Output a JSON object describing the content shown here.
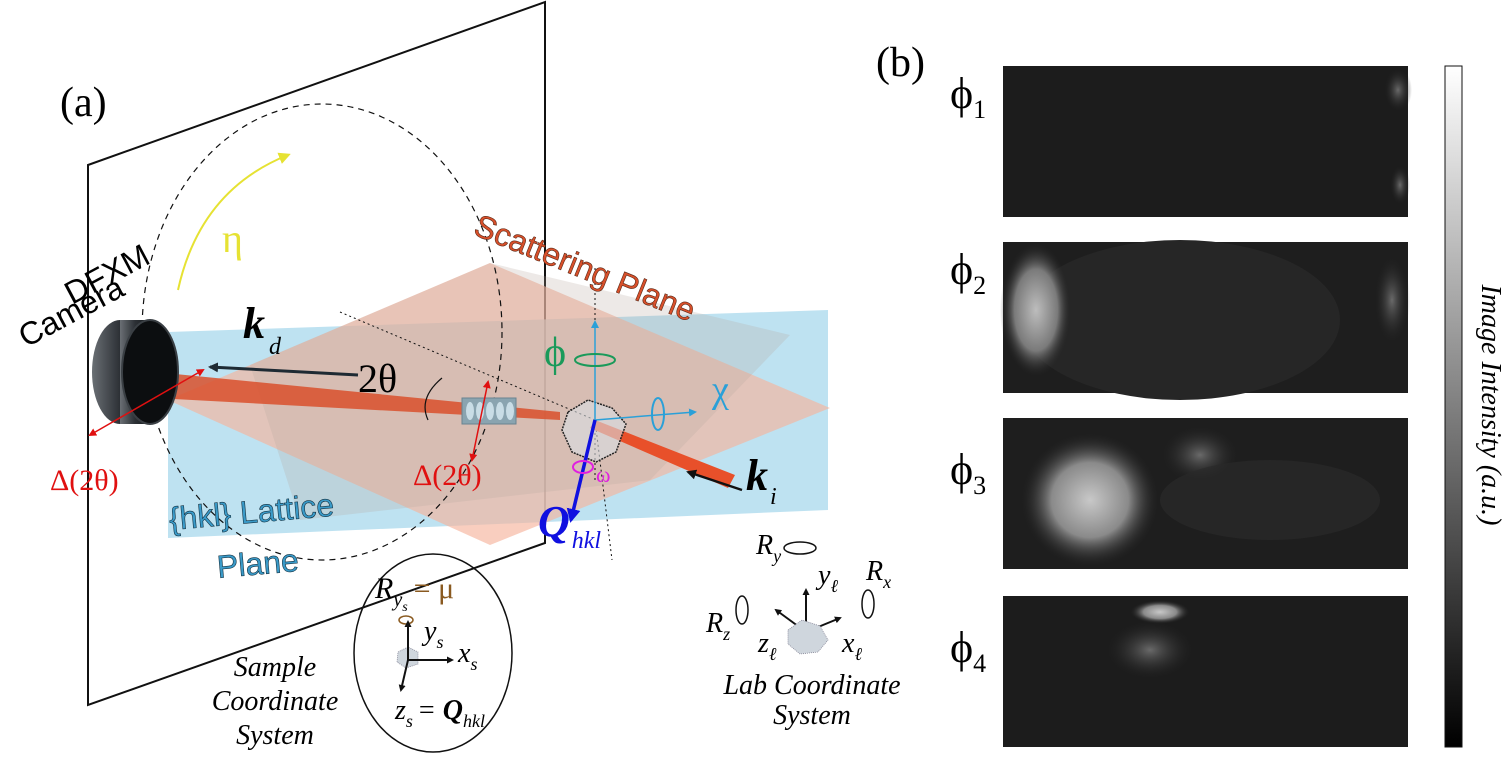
{
  "panel_a": {
    "label": "(a)",
    "camera_label_1": "DFXM",
    "camera_label_2": "Camera",
    "eta": "η",
    "kd_main": "k",
    "kd_sub": "d",
    "two_theta": "2θ",
    "delta_left": "Δ(2θ)",
    "delta_mid": "Δ(2θ)",
    "scattering_plane": "Scattering Plane",
    "lattice_plane_1": "{hkl} Lattice",
    "lattice_plane_2": "Plane",
    "phi": "ϕ",
    "chi": "χ",
    "omega": "ω",
    "ki_main": "k",
    "ki_sub": "i",
    "q_main": "Q",
    "q_sub": "hkl",
    "sample_cs": {
      "line1": "Sample",
      "line2": "Coordinate",
      "line3": "System",
      "ry_main": "R",
      "ry_sub": "y",
      "ry_subsub": "s",
      "ry_eq": "= μ",
      "ys_main": "y",
      "ys_sub": "s",
      "xs_main": "x",
      "xs_sub": "s",
      "zs_main": "z",
      "zs_sub": "s",
      "zs_eq": "=",
      "zs_q": "Q",
      "zs_q_sub": "hkl"
    },
    "lab_cs": {
      "line1": "Lab Coordinate",
      "line2": "System",
      "ry_main": "R",
      "ry_sub": "y",
      "rx_main": "R",
      "rx_sub": "x",
      "rz_main": "R",
      "rz_sub": "z",
      "yl_main": "y",
      "yl_sub": "ℓ",
      "xl_main": "x",
      "xl_sub": "ℓ",
      "zl_main": "z",
      "zl_sub": "ℓ"
    }
  },
  "panel_b": {
    "label": "(b)",
    "rows": [
      {
        "main": "ϕ",
        "sub": "1"
      },
      {
        "main": "ϕ",
        "sub": "2"
      },
      {
        "main": "ϕ",
        "sub": "3"
      },
      {
        "main": "ϕ",
        "sub": "4"
      }
    ],
    "colorbar_label": "Image Intensity (a.u.)"
  },
  "colors": {
    "beam": "#d9502b",
    "scattering_plane_fill": "#f6b49c",
    "lattice_plane_fill": "#a8d8ec",
    "eta": "#e6e233",
    "phi": "#1a9a5a",
    "chi": "#2aa0d8",
    "omega": "#e020e0",
    "q_vector": "#1010e0",
    "delta": "#e01010",
    "mu": "#8a5a20",
    "scattering_text": "#d9502b",
    "lattice_text": "#3a9ac8"
  }
}
